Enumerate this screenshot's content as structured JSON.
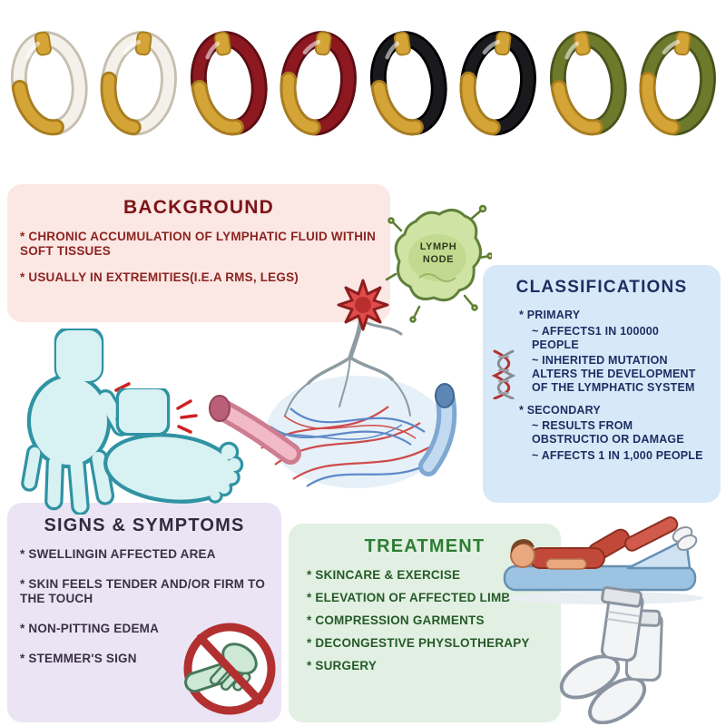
{
  "page": {
    "background": "#ffffff"
  },
  "earrings": {
    "gold_hex": "#d4a437",
    "gold_dark_hex": "#a87d1e",
    "items": [
      {
        "name": "white-enamel-hoop-a",
        "hex": "#f4f1ea",
        "outline": "#c6beae"
      },
      {
        "name": "white-enamel-hoop-b",
        "hex": "#f4f1ea",
        "outline": "#c6beae"
      },
      {
        "name": "red-enamel-hoop-a",
        "hex": "#8e1820",
        "outline": "#5c0d14"
      },
      {
        "name": "red-enamel-hoop-b",
        "hex": "#8e1820",
        "outline": "#5c0d14"
      },
      {
        "name": "black-enamel-hoop-a",
        "hex": "#1a1a1e",
        "outline": "#000000"
      },
      {
        "name": "black-enamel-hoop-b",
        "hex": "#1a1a1e",
        "outline": "#000000"
      },
      {
        "name": "olive-enamel-hoop-a",
        "hex": "#6d7a2c",
        "outline": "#49531c"
      },
      {
        "name": "olive-enamel-hoop-b",
        "hex": "#6d7a2c",
        "outline": "#49531c"
      }
    ]
  },
  "sections": {
    "background": {
      "title": "BACKGROUND",
      "accent": "#7b1417",
      "items": [
        "* CHRONIC ACCUMULATION OF LYMPHATIC FLUID WITHIN SOFT TISSUES",
        "* USUALLY IN EXTREMITIES(I.E.A RMS, LEGS)"
      ]
    },
    "classifications": {
      "title": "CLASSIFICATIONS",
      "accent": "#1c2f63",
      "items": [
        "* PRIMARY",
        "~ AFFECTS1 IN 100000 PEOPLE",
        "~ INHERITED MUTATION ALTERS THE DEVELOPMENT OF THE LYMPHATIC SYSTEM",
        "* SECONDARY",
        "~ RESULTS FROM OBSTRUCTIO OR DAMAGE",
        "~ AFFECTS 1 IN 1,000 PEOPLE"
      ]
    },
    "signs": {
      "title": "SIGNS & SYMPTOMS",
      "accent": "#322b3d",
      "items": [
        "* SWELLINGIN AFFECTED AREA",
        "* SKIN FEELS TENDER AND/OR FIRM TO THE TOUCH",
        "* NON-PITTING EDEMA",
        "* STEMMER'S SIGN"
      ]
    },
    "treatment": {
      "title": "TREATMENT",
      "accent": "#2e7d35",
      "items": [
        "* SKINCARE & EXERCISE",
        "* ELEVATION OF AFFECTED LIMB",
        "* COMPRESSION GARMENTS",
        "* DECONGESTIVE PHYSLOTHERAPY",
        "* SURGERY"
      ]
    }
  },
  "lymph_node": {
    "line1": "LYMPH",
    "line2": "NODE"
  },
  "icons": {
    "dna-icon": "double helix (red/gray strands)",
    "prohibition-icon": "red circle with diagonal slash over hands",
    "inflammation-star-icon": "red 8-point burst",
    "lymph-node-icon": "green blob with spikes",
    "status_colors": {
      "alert_red": "#b23030",
      "lymph_green": "#cfe4a4",
      "vessel_pink": "#ce7d90",
      "vessel_blue": "#7fa8d2"
    }
  }
}
